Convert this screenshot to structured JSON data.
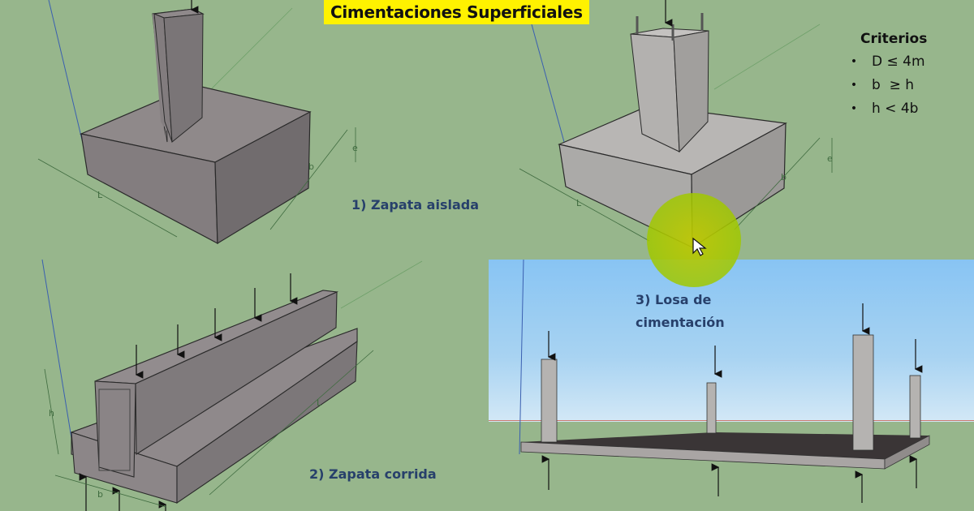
{
  "title": "Cimentaciones Superficiales",
  "criteria": {
    "heading": "Criterios",
    "items": [
      {
        "bullet": "•",
        "text": "D ≤ 4m"
      },
      {
        "bullet": "•",
        "text": "b  ≥ h"
      },
      {
        "bullet": "•",
        "text": "h < 4b"
      }
    ]
  },
  "sections": {
    "isolated": {
      "label": "1) Zapata aislada",
      "dims": {
        "length": "L",
        "width": "b",
        "thickness": "e"
      }
    },
    "strip": {
      "label": "2) Zapata corrida",
      "dims": {
        "length": "L",
        "width": "b",
        "height": "h"
      }
    },
    "mat": {
      "label_line1": "3) Losa de",
      "label_line2": "cimentación"
    }
  },
  "colors": {
    "background": "#97b68c",
    "title_bg": "#fff200",
    "label_text": "#27406b",
    "concrete_top": "#8f898a",
    "concrete_front": "#7f797b",
    "concrete_side": "#6f6a6c",
    "sky": "#88c4f3",
    "highlight": "#b6c800"
  }
}
